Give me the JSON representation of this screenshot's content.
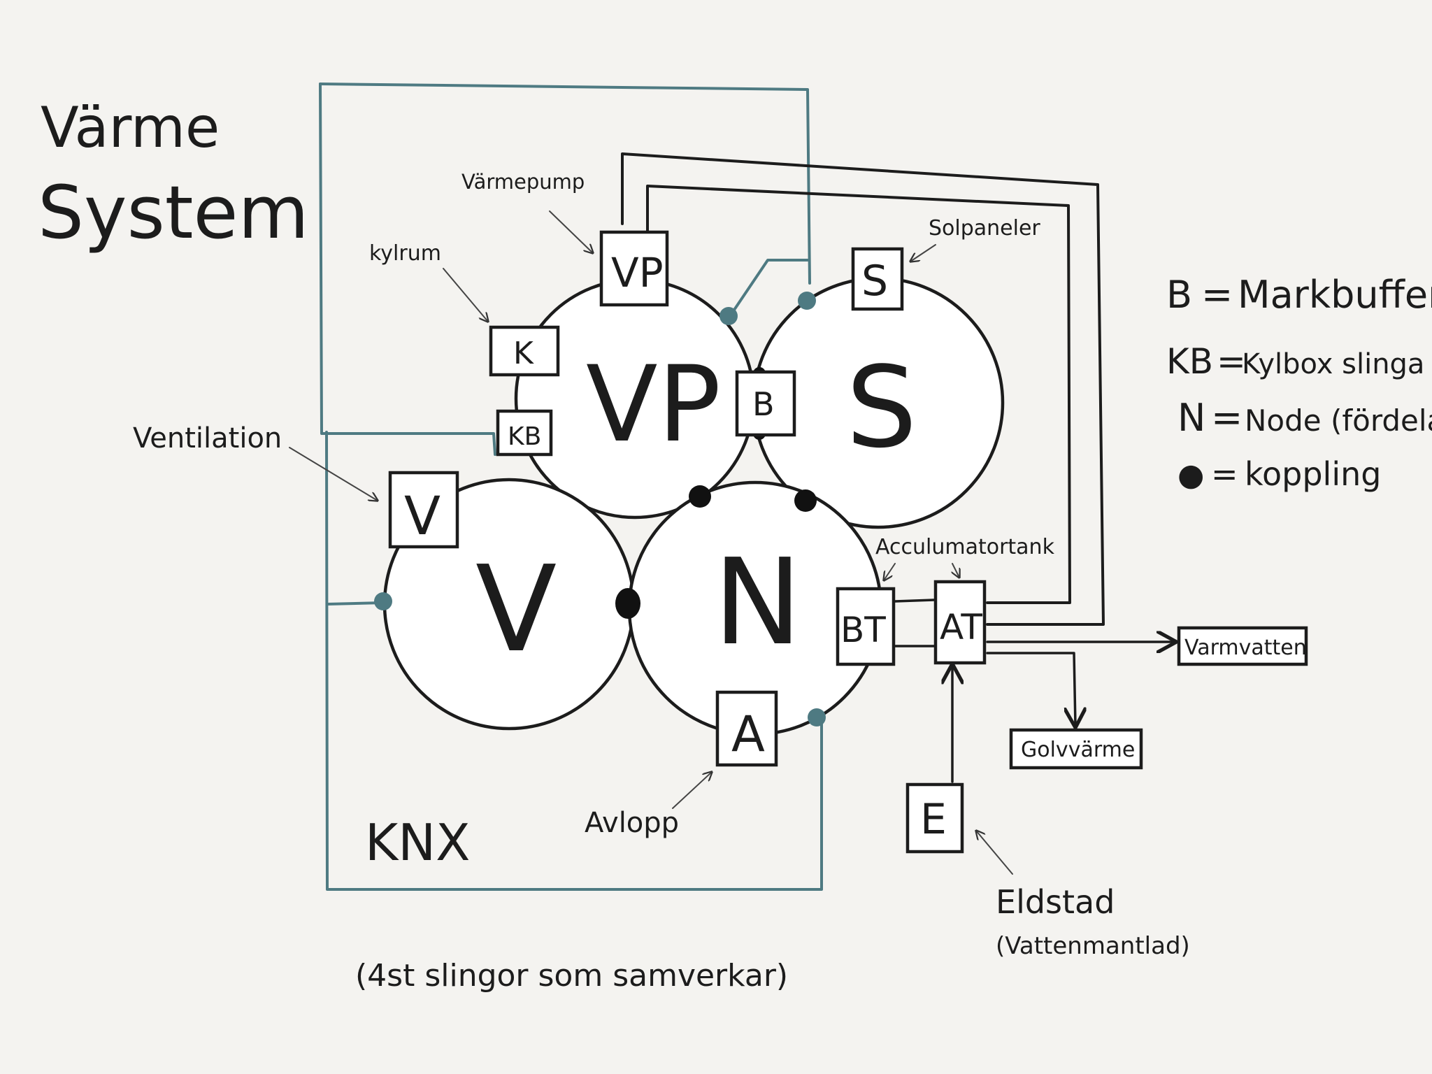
{
  "title": {
    "line1": "Värme",
    "line2": "System"
  },
  "circles": {
    "vp": "VP",
    "s": "S",
    "v": "V",
    "n": "N"
  },
  "boxes": {
    "vp": "VP",
    "s": "S",
    "k": "K",
    "kb": "KB",
    "b": "B",
    "v": "V",
    "a": "A",
    "bt": "BT",
    "at": "AT",
    "e": "E",
    "varmvatten": "Varmvatten",
    "golvvarme": "Golvvärme"
  },
  "labels": {
    "varmepump": "Värmepump",
    "kylrum": "kylrum",
    "solpaneler": "Solpaneler",
    "ventilation": "Ventilation",
    "acculumatortank": "Acculumatortank",
    "avlopp": "Avlopp",
    "eldstad": "Eldstad",
    "eldstad_sub": "(Vattenmantlad)",
    "knx": "KNX",
    "footnote": "(4st slingor som samverkar)"
  },
  "legend": [
    {
      "key": "B",
      "sep": "=",
      "value": "Markbuffert"
    },
    {
      "key": "KB",
      "sep": "=",
      "value": "Kylbox slinga"
    },
    {
      "key": "N",
      "sep": "=",
      "value": "Node (fördelare)"
    },
    {
      "key": "●",
      "sep": "=",
      "value": "koppling"
    }
  ],
  "colors": {
    "background": "#f4f3f0",
    "ink": "#1c1c1c",
    "knx_line": "#4e7a82"
  }
}
